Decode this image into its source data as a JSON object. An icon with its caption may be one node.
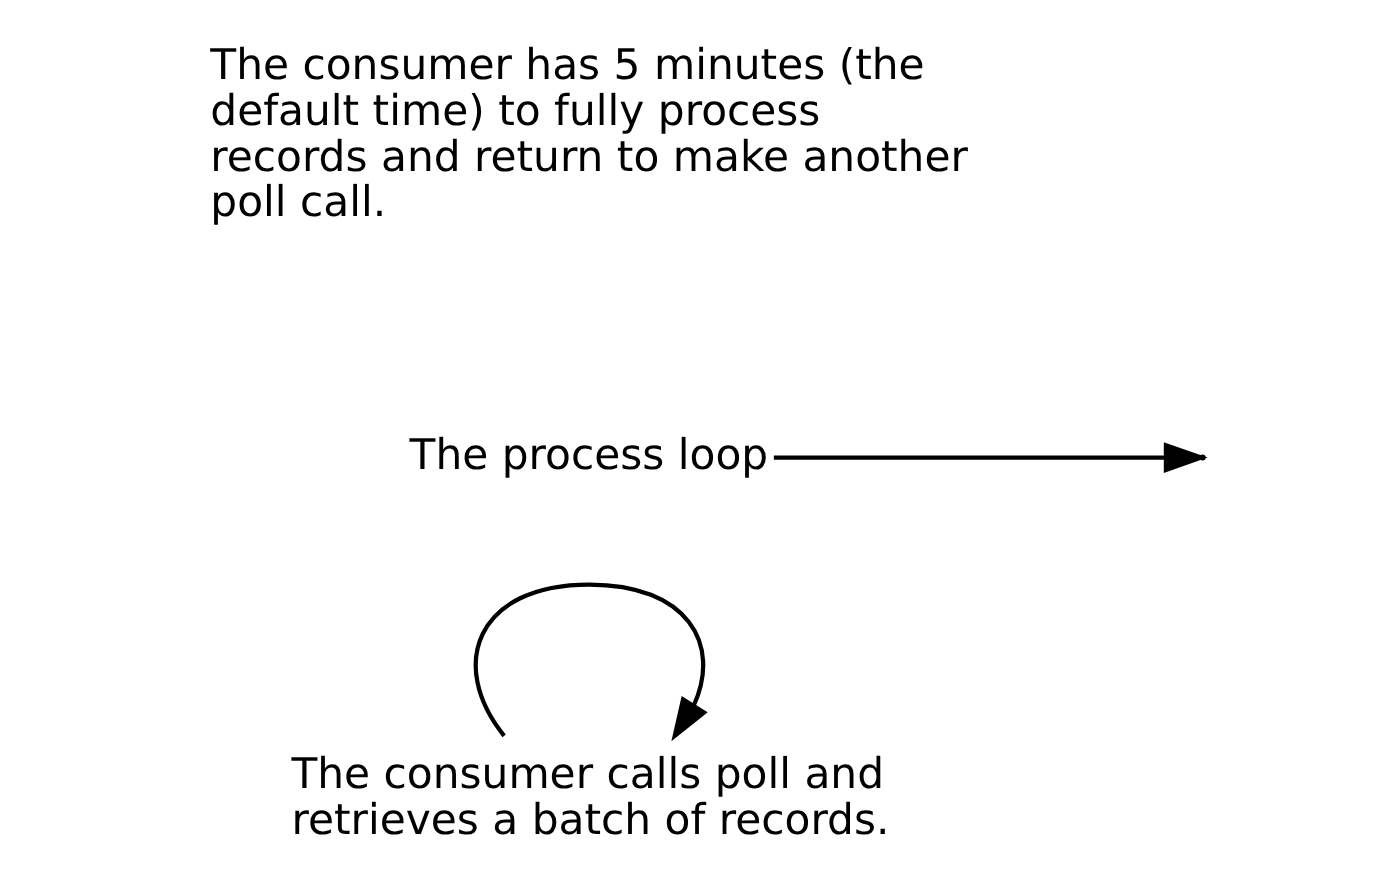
{
  "diagram": {
    "nodes": [
      {
        "text": [
          "The consumer calls poll and retrieves a batch of records."
        ]
      },
      {
        "text": [
          "The process loop"
        ]
      }
    ],
    "edges": [
      {
        "from": 0,
        "to": 0,
        "arrow": "to"
      },
      {
        "from": 1,
        "to": null,
        "arrow": "to"
      }
    ],
    "labels": [
      "The consumer has 5 minutes (the default time) to fully process records and return to make another poll call."
    ]
  }
}
